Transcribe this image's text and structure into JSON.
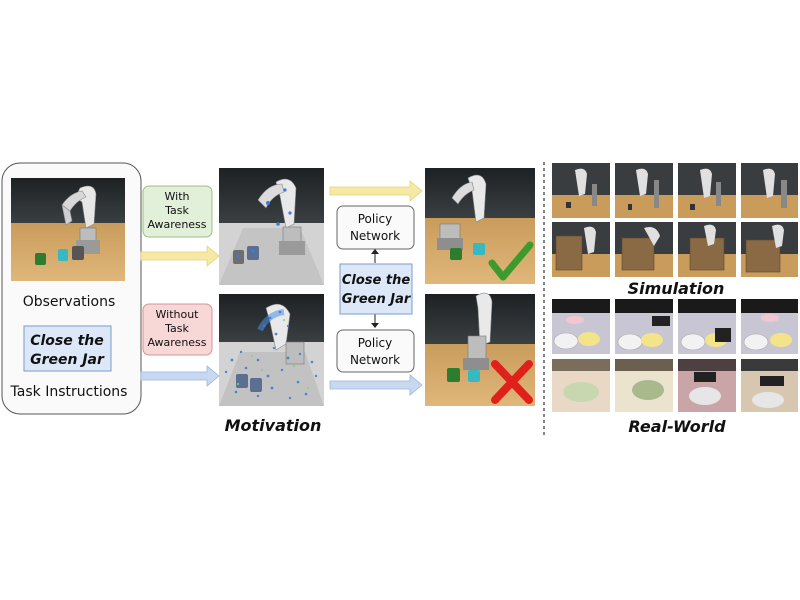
{
  "left_panel": {
    "observations_label": "Observations",
    "instruction_line1": "Close the",
    "instruction_line2": "Green Jar",
    "task_instructions_label": "Task Instructions"
  },
  "with_awareness": {
    "line1": "With",
    "line2": "Task",
    "line3": "Awareness"
  },
  "without_awareness": {
    "line1": "Without",
    "line2": "Task",
    "line3": "Awareness"
  },
  "policy_top": {
    "line1": "Policy",
    "line2": "Network"
  },
  "policy_bottom": {
    "line1": "Policy",
    "line2": "Network"
  },
  "center_instruction": {
    "line1": "Close the",
    "line2": "Green Jar"
  },
  "motivation_label": "Motivation",
  "simulation_label": "Simulation",
  "real_world_label": "Real-World",
  "colors": {
    "with_box": "#e2efd9",
    "without_box": "#f8d7d7",
    "instruction_box": "#dce8f8",
    "arrow_yellow": "#f6e9a6",
    "arrow_blue": "#c7d8f0",
    "check": "#3d9a2d",
    "cross": "#e0201b"
  }
}
